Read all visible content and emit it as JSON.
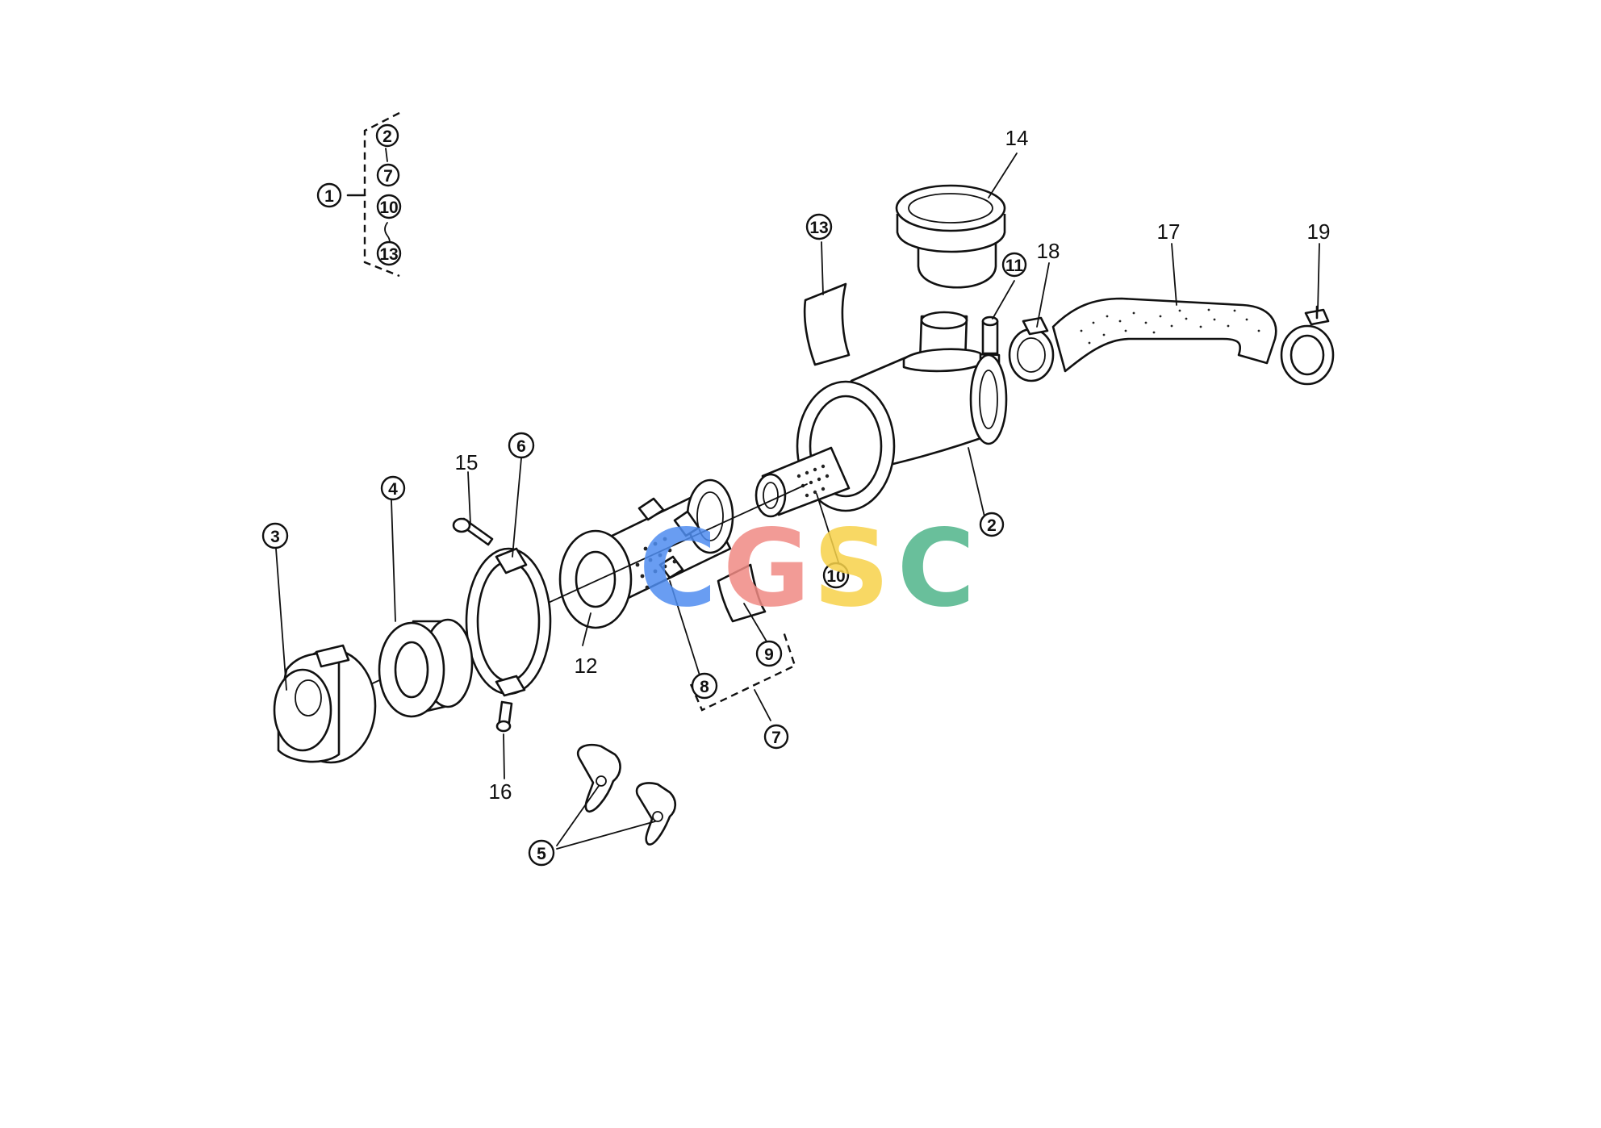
{
  "callouts": {
    "c1": "1",
    "c2": "2",
    "c3": "3",
    "c4": "4",
    "c5": "5",
    "c6": "6",
    "c7": "7",
    "c8": "8",
    "c9": "9",
    "c10": "10",
    "c11": "11",
    "c12": "12",
    "c13": "13",
    "c14": "14",
    "c15": "15",
    "c16": "16",
    "c17": "17",
    "c18": "18",
    "c19": "19"
  },
  "kit_group": {
    "parent": "1",
    "members": [
      "2",
      "7",
      "10",
      "13"
    ]
  },
  "watermark": {
    "letters": [
      "C",
      "G",
      "S",
      "C"
    ],
    "colors": [
      "#4f8df0",
      "#f08a84",
      "#f7d24a",
      "#4fb58a"
    ]
  }
}
